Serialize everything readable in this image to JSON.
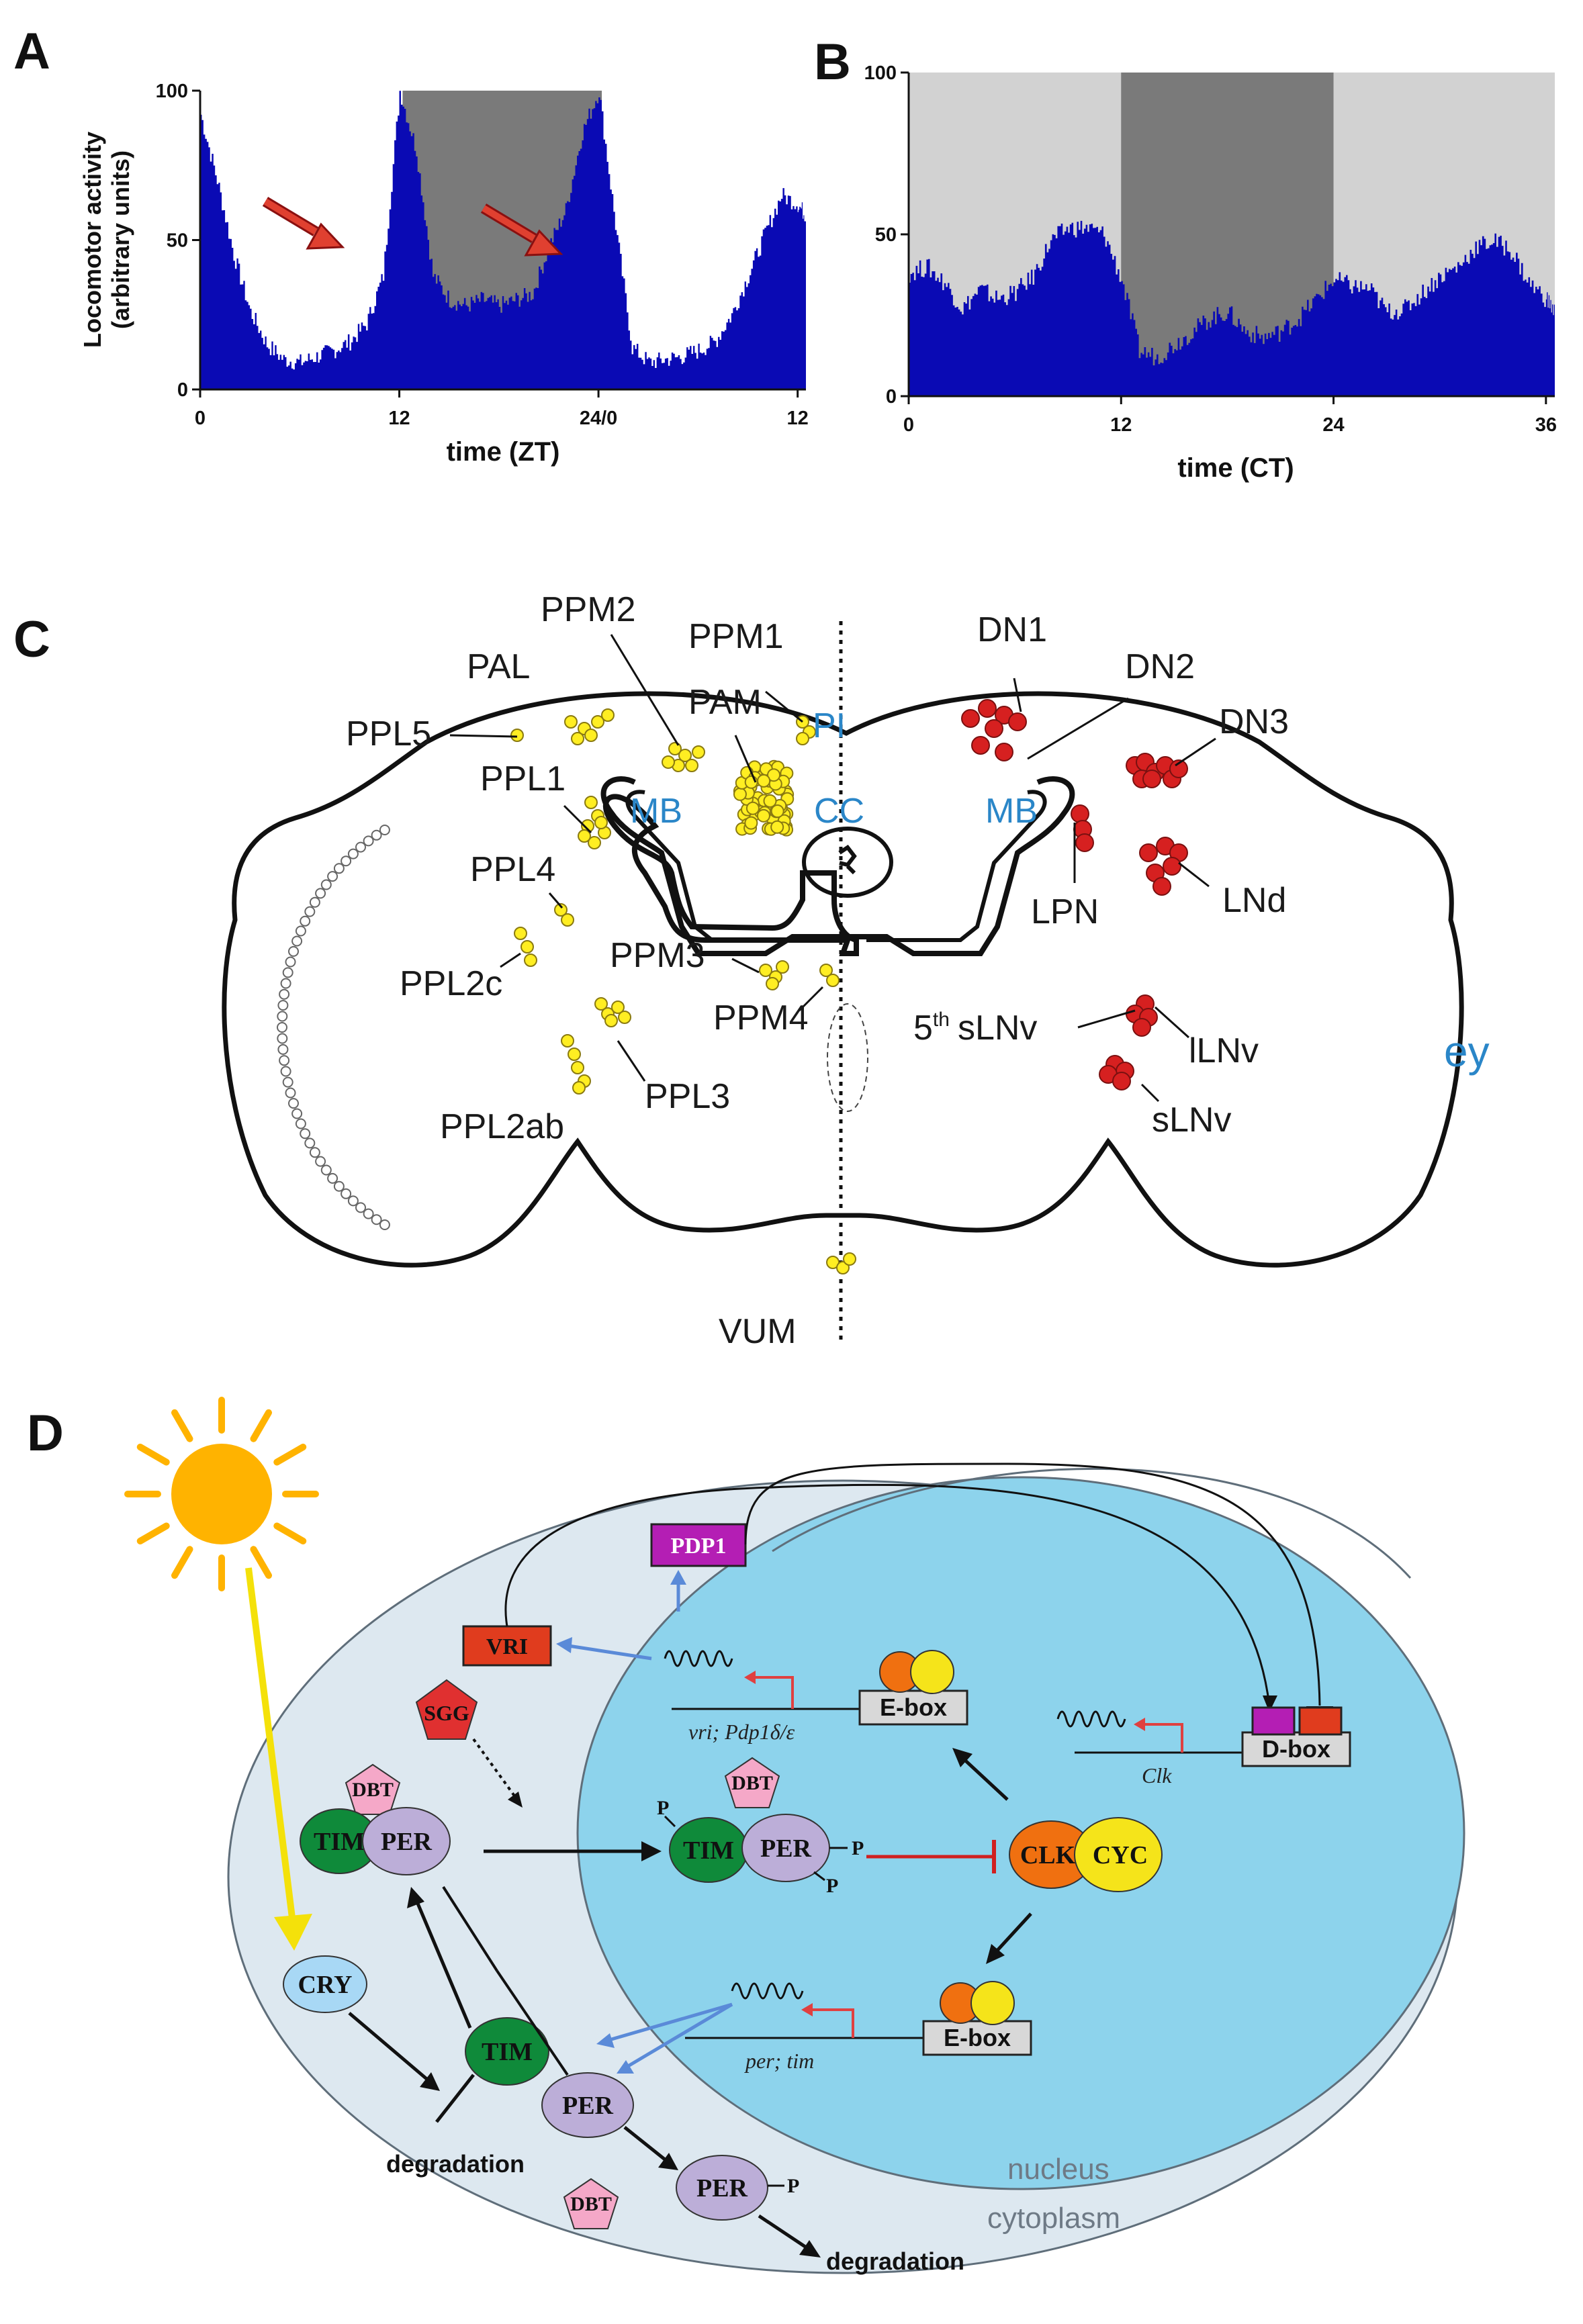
{
  "panels": {
    "a": "A",
    "b": "B",
    "c": "C",
    "d": "D"
  },
  "chart_data": [
    {
      "type": "area",
      "panel": "A",
      "xlabel": "time (ZT)",
      "ylabel_line1": "Locomotor activity",
      "ylabel_line2": "(arbitrary units)",
      "x_ticks": [
        "0",
        "12",
        "24/0",
        "12"
      ],
      "x_tick_values": [
        0,
        12,
        24,
        36
      ],
      "y_ticks": [
        "0",
        "50",
        "100"
      ],
      "y_tick_values": [
        0,
        50,
        100
      ],
      "xlim": [
        0,
        36.5
      ],
      "ylim": [
        0,
        100
      ],
      "dark_phase": [
        12.2,
        24.2
      ],
      "series_color": "#0a0ab4",
      "dark_color": "#7a7a7a",
      "x": [
        0,
        1,
        2,
        3,
        4,
        5,
        6,
        7,
        8,
        9,
        10,
        11,
        12,
        13,
        14,
        15,
        16,
        17,
        18,
        19,
        20,
        21,
        22,
        23,
        24,
        25,
        26,
        27,
        28,
        29,
        30,
        31,
        32,
        33,
        34,
        35,
        36,
        36.5
      ],
      "values": [
        92,
        70,
        45,
        26,
        15,
        10,
        9,
        11,
        13,
        16,
        22,
        38,
        100,
        80,
        38,
        30,
        28,
        30,
        28,
        30,
        32,
        48,
        60,
        86,
        100,
        55,
        14,
        9,
        10,
        11,
        13,
        16,
        25,
        38,
        52,
        65,
        62,
        58
      ]
    },
    {
      "type": "area",
      "panel": "B",
      "xlabel": "time (CT)",
      "x_ticks": [
        "0",
        "12",
        "24",
        "36"
      ],
      "x_tick_values": [
        0,
        12,
        24,
        36
      ],
      "y_ticks": [
        "0",
        "50",
        "100"
      ],
      "y_tick_values": [
        0,
        50,
        100
      ],
      "xlim": [
        0,
        36.5
      ],
      "ylim": [
        0,
        100
      ],
      "subjective_day_color": "#d2d2d2",
      "subjective_night_color": "#7a7a7a",
      "subjective_night": [
        12,
        24
      ],
      "series_color": "#0a0ab4",
      "x": [
        0,
        1,
        2,
        3,
        4,
        5,
        6,
        7,
        8,
        9,
        10,
        11,
        12,
        13,
        14,
        15,
        16,
        17,
        18,
        19,
        20,
        21,
        22,
        23,
        24,
        25,
        26,
        27,
        28,
        29,
        30,
        31,
        32,
        33,
        34,
        35,
        36,
        36.5
      ],
      "values": [
        38,
        40,
        35,
        27,
        33,
        30,
        32,
        37,
        48,
        52,
        52,
        50,
        36,
        14,
        12,
        16,
        20,
        24,
        26,
        20,
        18,
        20,
        24,
        30,
        36,
        34,
        33,
        26,
        27,
        32,
        37,
        40,
        46,
        48,
        45,
        35,
        30,
        26
      ]
    }
  ],
  "brain": {
    "labels": {
      "ppm2": "PPM2",
      "ppm1": "PPM1",
      "pal": "PAL",
      "pam": "PAM",
      "pi": "PI",
      "ppl5": "PPL5",
      "ppl1": "PPL1",
      "mb_left": "MB",
      "cc": "CC",
      "mb_right": "MB",
      "ppl4": "PPL4",
      "ppl2c": "PPL2c",
      "ppm3": "PPM3",
      "ppm4": "PPM4",
      "ppl3": "PPL3",
      "ppl2ab": "PPL2ab",
      "vum": "VUM",
      "dn1": "DN1",
      "dn2": "DN2",
      "dn3": "DN3",
      "lpn": "LPN",
      "lnd": "LNd",
      "fifth_base": "5",
      "fifth_sup": "th",
      "fifth_rest": "sLNv",
      "llnv": "lLNv",
      "slnv": "sLNv",
      "ey": "ey"
    },
    "colors": {
      "dopaminergic": "#ffee22",
      "clock_neurons": "#d62020",
      "outline": "#111111",
      "blue_label": "#2a86c8"
    }
  },
  "clock": {
    "proteins": {
      "pdp1": "PDP1",
      "vri": "VRI",
      "sgg": "SGG",
      "dbt_top": "DBT",
      "tim_top": "TIM",
      "per_top": "PER",
      "dbt_mid": "DBT",
      "tim_mid": "TIM",
      "per_mid": "PER",
      "clk": "CLK",
      "cyc": "CYC",
      "cry": "CRY",
      "tim_bot": "TIM",
      "per_bot": "PER",
      "per_deg": "PER",
      "dbt_bot": "DBT"
    },
    "phospho": "P",
    "boxes": {
      "ebox_top": "E-box",
      "dbox": "D-box",
      "ebox_bot": "E-box"
    },
    "genes": {
      "vri_pdp": "vri; Pdp1δ/ε",
      "clk": "Clk",
      "per_tim": "per; tim"
    },
    "degradation_left": "degradation",
    "degradation_right": "degradation",
    "nucleus": "nucleus",
    "cytoplasm": "cytoplasm",
    "colors": {
      "sun": "#ffb300",
      "cytoplasm": "#dde8f0",
      "nucleus": "#8dd3ec",
      "tim": "#0f8a3a",
      "per": "#bcaed8",
      "clk": "#f07010",
      "cyc": "#f5e41a",
      "pdp1": "#b41eb4",
      "vri": "#e03c1e",
      "sgg": "#e03030",
      "dbt": "#f5a8c8",
      "cry": "#a8d8f5",
      "inhibit": "#d02020",
      "mrna_arrow": "#5a8ad8",
      "promoter": "#e04040"
    }
  }
}
